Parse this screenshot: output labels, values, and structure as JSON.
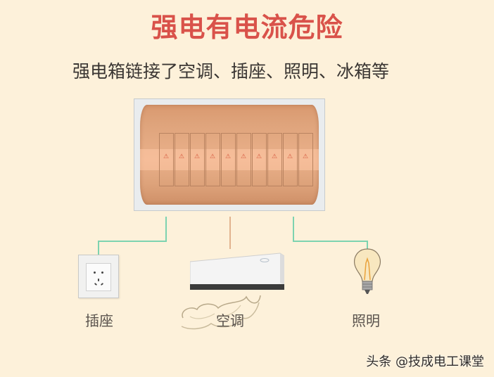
{
  "title": "强电有电流危险",
  "subtitle": "强电箱链接了空调、插座、照明、冰箱等",
  "distribution_box": {
    "breaker_count": 10,
    "panel_color": "#e3a57d",
    "frame_color": "#e9ecee"
  },
  "devices": [
    {
      "id": "socket",
      "label": "插座",
      "wire_color": "#7dd3b0"
    },
    {
      "id": "air_conditioner",
      "label": "空调",
      "wire_color": "#e1b38f"
    },
    {
      "id": "lighting",
      "label": "照明",
      "wire_color": "#7dd3b0"
    }
  ],
  "watermark": "头条 @技成电工课堂",
  "colors": {
    "background": "#fdf1da",
    "title": "#d9524a",
    "text": "#3a3633"
  }
}
